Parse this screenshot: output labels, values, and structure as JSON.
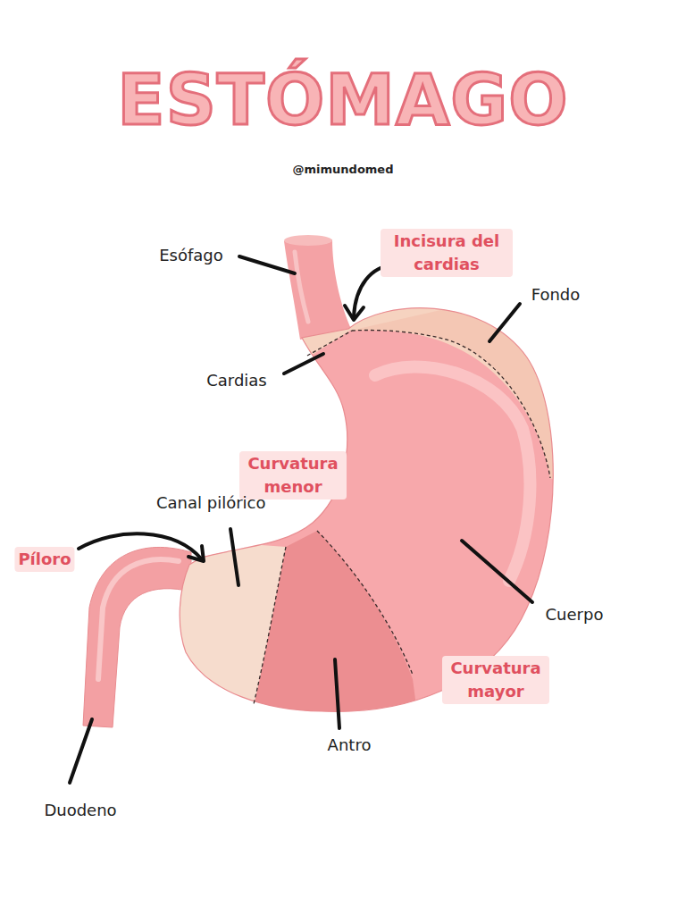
{
  "diagram": {
    "title": "ESTÓMAGO",
    "labels": [
      "@mimundomed",
      "Esófago",
      "Incisura del cardias",
      "Fondo",
      "Cardias",
      "Curvatura menor",
      "Canal pilórico",
      "Píloro",
      "Cuerpo",
      "Curvatura mayor",
      "Antro",
      "Duodeno"
    ]
  }
}
